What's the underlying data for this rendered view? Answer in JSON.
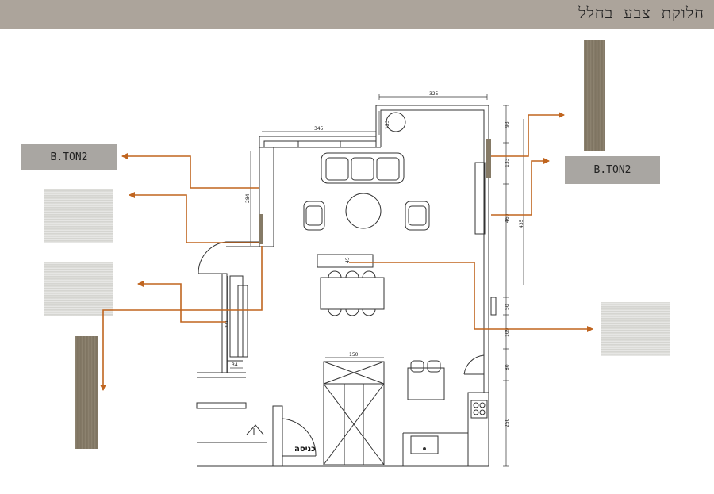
{
  "header": {
    "title": "חלוקת צבע בחלל",
    "bar_color": "#aca49b"
  },
  "labels": {
    "left": "B.TON2",
    "right": "B.TON2"
  },
  "colors": {
    "label_fill": "#a9a6a2",
    "wood_swatch": "#857a66",
    "plaster_swatch": "#d9d9d5",
    "leader_lines": "#c0651f"
  },
  "plan": {
    "entrance_label": "כניסה",
    "dimensions": {
      "top_width": "325",
      "top_left_width": "345",
      "top_step": "123",
      "left_height": "284",
      "left_lower": "270",
      "left_small": "34",
      "kitchen_island": "150",
      "island_small": "45",
      "right_1": "93",
      "right_2": "133",
      "right_3": "460",
      "right_4": "435",
      "right_5": "50",
      "right_6": "109",
      "right_7": "80",
      "right_8": "250"
    }
  }
}
